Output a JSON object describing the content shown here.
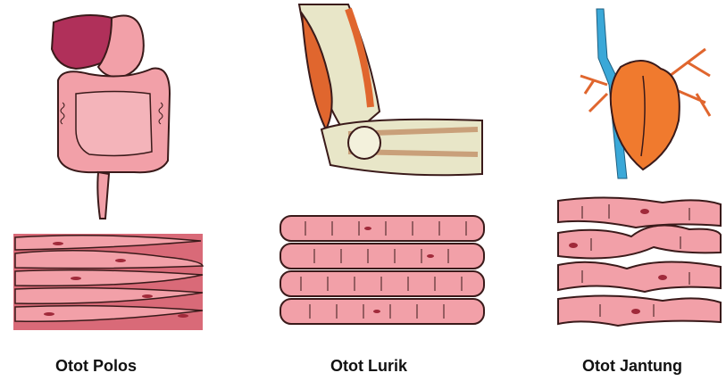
{
  "panels": [
    {
      "label": "Otot Polos"
    },
    {
      "label": "Otot Lurik"
    },
    {
      "label": "Otot Jantung"
    }
  ],
  "colors": {
    "muscle_pink": "#f2a0a8",
    "muscle_dark": "#d96a78",
    "outline": "#3a1a1a",
    "liver": "#b0305a",
    "bicep": "#e0662e",
    "bone": "#e8e6c8",
    "heart": "#f07a2e",
    "vein_blue": "#3aa8d8"
  }
}
